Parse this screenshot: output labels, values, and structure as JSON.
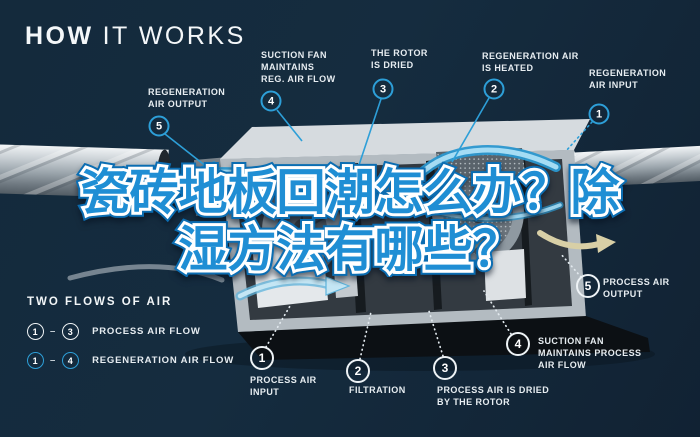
{
  "title": {
    "word_bold": "HOW",
    "word_light": "IT WORKS"
  },
  "headline": {
    "line1": "瓷砖地板回潮怎么办？除",
    "line2": "湿方法有哪些？"
  },
  "regeneration_steps": [
    {
      "num": "1",
      "label": "REGENERATION\nAIR INPUT"
    },
    {
      "num": "2",
      "label": "REGENERATION AIR\nIS HEATED"
    },
    {
      "num": "3",
      "label": "THE ROTOR\nIS DRIED"
    },
    {
      "num": "4",
      "label": "SUCTION FAN\nMAINTAINS\nREG. AIR FLOW"
    },
    {
      "num": "5",
      "label": "REGENERATION\nAIR OUTPUT"
    }
  ],
  "process_steps": [
    {
      "num": "1",
      "label": "PROCESS AIR\nINPUT"
    },
    {
      "num": "2",
      "label": "FILTRATION"
    },
    {
      "num": "3",
      "label": "PROCESS AIR IS DRIED\nBY THE ROTOR"
    },
    {
      "num": "4",
      "label": "SUCTION FAN\nMAINTAINS PROCESS\nAIR FLOW"
    },
    {
      "num": "5",
      "label": "PROCESS AIR\nOUTPUT"
    }
  ],
  "legend": {
    "title": "TWO FLOWS OF AIR",
    "rows": [
      {
        "from": "1",
        "dash": "–",
        "to": "3",
        "label": "PROCESS AIR FLOW",
        "ring": "white"
      },
      {
        "from": "1",
        "dash": "–",
        "to": "4",
        "label": "REGENERATION AIR FLOW",
        "ring": "blue"
      }
    ]
  },
  "colors": {
    "background": "#152b3d",
    "accent_blue": "#2d9fd8",
    "headline_fill": "#1f8ed4",
    "headline_outline": "#ffffff",
    "headline_rim": "#0b6db2",
    "label_text": "#e7edf1",
    "flow_light_blue": "#a5dcf4",
    "flow_deep_blue": "#2b97cf",
    "heater_orange": "#e0832f",
    "desiccant_tan": "#dcd2aa"
  }
}
